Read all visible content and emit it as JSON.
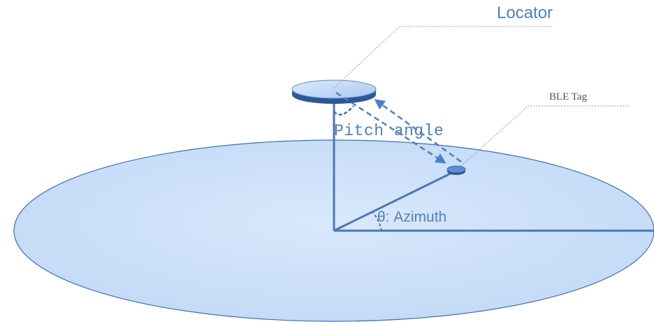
{
  "labels": {
    "locator": "Locator",
    "ble_tag": "BLE Tag",
    "pitch_angle": "Pitch angle",
    "azimuth": "θ: Azimuth"
  },
  "colors": {
    "ground_fill": "#cfe3fb",
    "ground_stroke": "#3f6fb0",
    "axis_line": "#4a76b8",
    "disc_top": "#c5dcf7",
    "disc_side": "#2f5797",
    "arrow": "#4a7fcf",
    "label_blue": "#4f81bd",
    "label_gray": "#555555",
    "leader_line": "#9a9a9a"
  }
}
